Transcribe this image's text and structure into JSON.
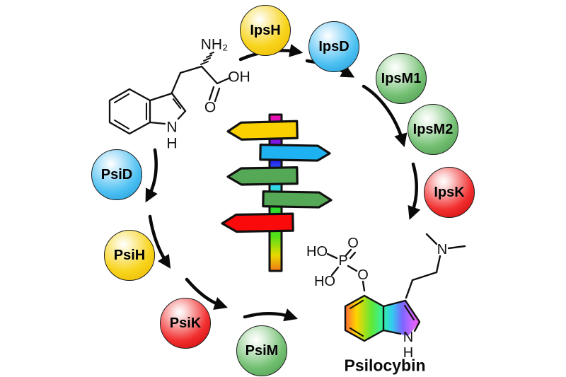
{
  "enzymes": [
    {
      "id": "IpsH",
      "label": "IpsH",
      "color": "#F8D41C"
    },
    {
      "id": "IpsD",
      "label": "IpsD",
      "color": "#4EC1F2"
    },
    {
      "id": "IpsM1",
      "label": "IpsM1",
      "color": "#72BF72"
    },
    {
      "id": "IpsM2",
      "label": "IpsM2",
      "color": "#72BF72"
    },
    {
      "id": "IpsK",
      "label": "IpsK",
      "color": "#F23030"
    },
    {
      "id": "PsiD",
      "label": "PsiD",
      "color": "#4EC1F2"
    },
    {
      "id": "PsiH",
      "label": "PsiH",
      "color": "#F8D41C"
    },
    {
      "id": "PsiK",
      "label": "PsiK",
      "color": "#F23030"
    },
    {
      "id": "PsiM",
      "label": "PsiM",
      "color": "#72BF72"
    }
  ],
  "tryptophan": {
    "amine": "NH₂",
    "hydroxyl": "OH",
    "carbonyl_oxygen": "O",
    "indole_nitrogen": "N",
    "indole_hydrogen": "H"
  },
  "psilocybin": {
    "name": "Psilocybin",
    "phosphate_ho_top": "HO",
    "phosphate_double_o": "O",
    "phosphorus": "P",
    "phosphate_ho_bottom": "HO",
    "ester_oxygen": "O",
    "amine_nitrogen": "N",
    "indole_nitrogen": "N",
    "indole_hydrogen": "H"
  },
  "signpost": {
    "arrow_colors": [
      "#FBD000",
      "#1FB2F2",
      "#55A855",
      "#55A855",
      "#FA0A0A"
    ],
    "post_gradient": [
      "#F412AE",
      "#9012E0",
      "#2525F0",
      "#35D8F0",
      "#30DC30",
      "#E8D800",
      "#F07818"
    ]
  },
  "arrow_color": "#0A0A0A"
}
